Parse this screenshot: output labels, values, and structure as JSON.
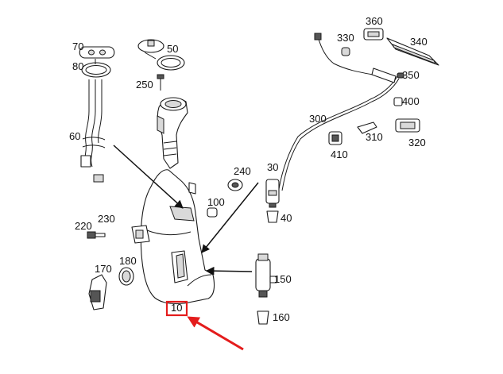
{
  "callouts": {
    "c10": "10",
    "c30": "30",
    "c40": "40",
    "c50": "50",
    "c60": "60",
    "c70": "70",
    "c80": "80",
    "c100": "100",
    "c150": "150",
    "c160": "160",
    "c170": "170",
    "c180": "180",
    "c220": "220",
    "c230": "230",
    "c240": "240",
    "c250": "250",
    "c300": "300",
    "c310": "310",
    "c320": "320",
    "c330": "330",
    "c340": "340",
    "c350": "350",
    "c360": "360",
    "c400": "400",
    "c410": "410"
  },
  "highlight": {
    "color": "#e41c1c",
    "target": "10"
  }
}
